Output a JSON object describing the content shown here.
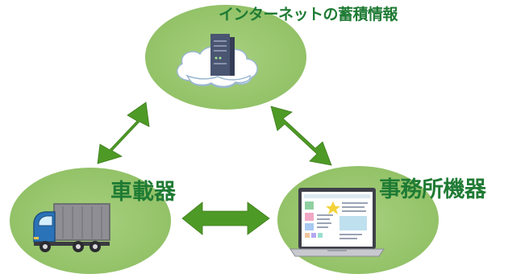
{
  "nodes": {
    "top": {
      "label": "インターネットの蓄積情報",
      "icon": "cloud-server-icon"
    },
    "left": {
      "label": "車載器",
      "icon": "truck-icon"
    },
    "right": {
      "label": "事務所機器",
      "icon": "laptop-icon"
    }
  },
  "edges": [
    {
      "from": "left",
      "to": "top",
      "type": "bidirectional"
    },
    {
      "from": "top",
      "to": "right",
      "type": "bidirectional"
    },
    {
      "from": "left",
      "to": "right",
      "type": "bidirectional"
    }
  ],
  "colors": {
    "node_fill": "#93c268",
    "arrow": "#4e9a26",
    "label": "#1f7b34"
  }
}
